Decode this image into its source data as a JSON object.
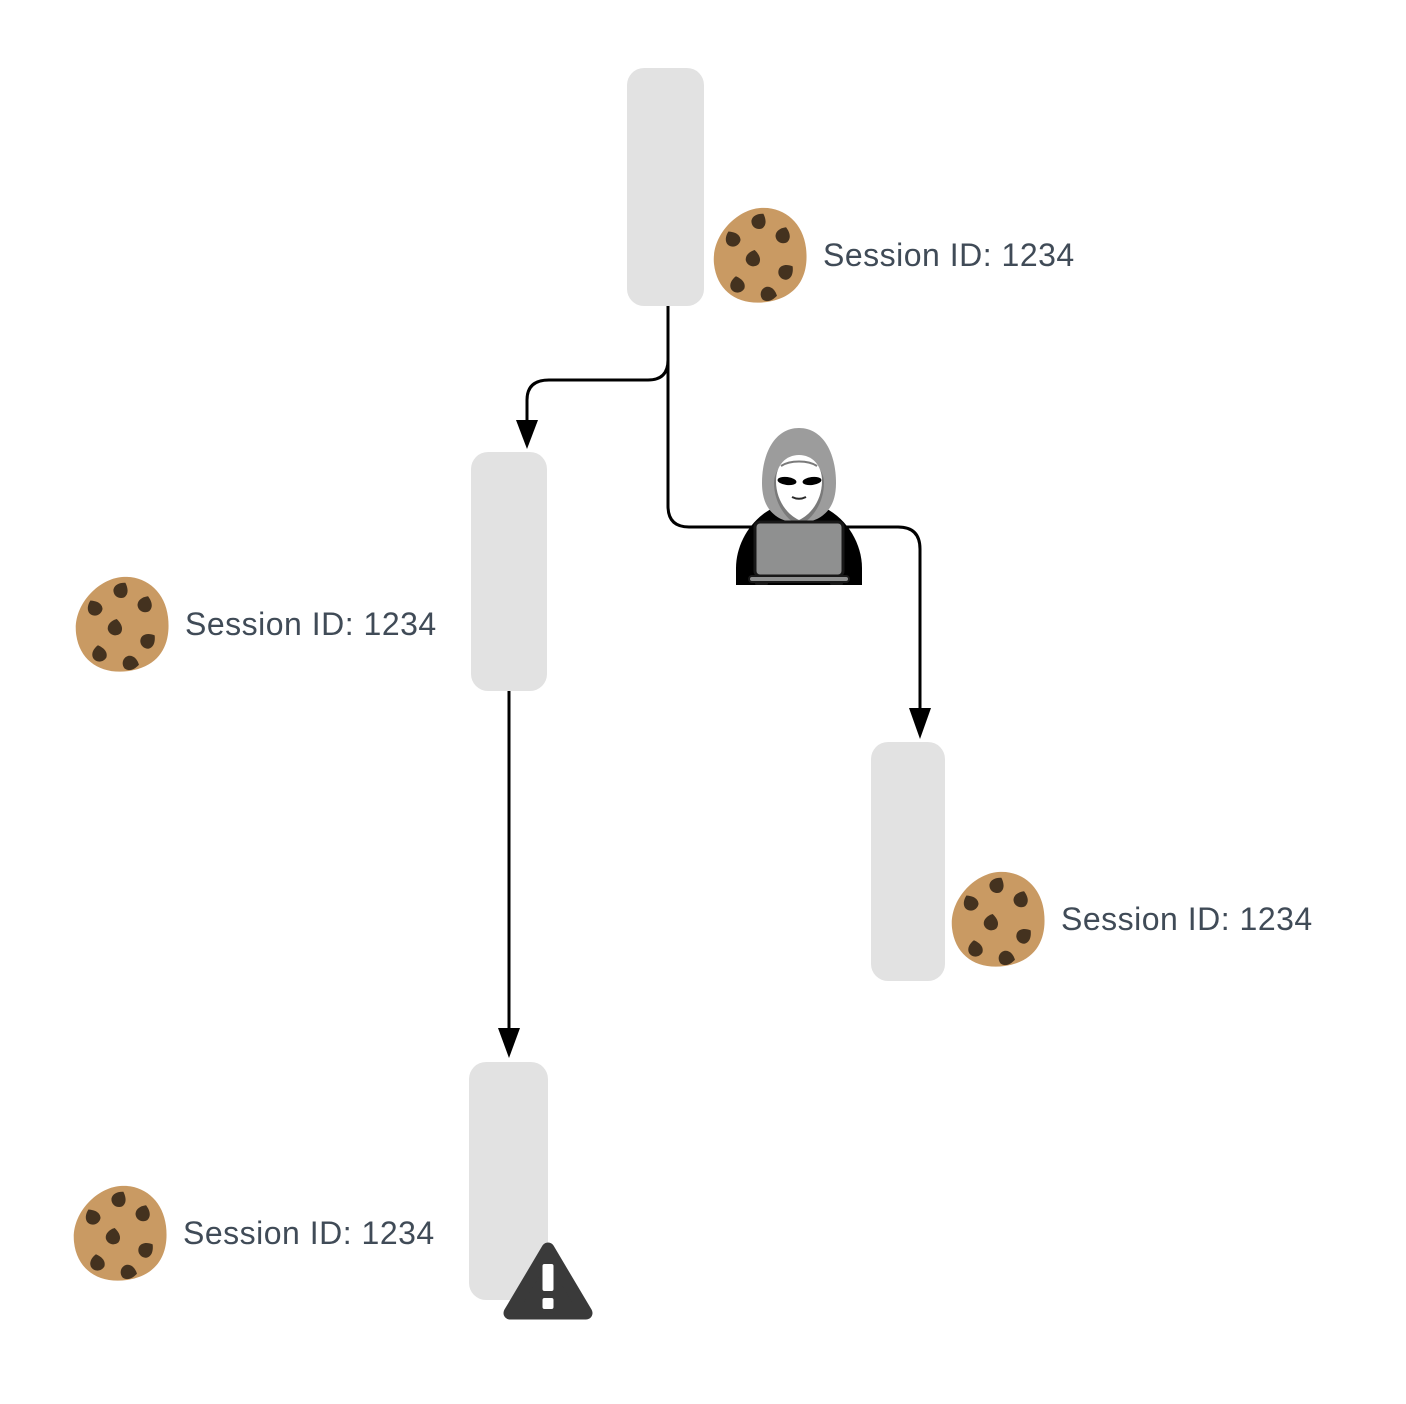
{
  "diagram": {
    "annotations": [
      {
        "position": "top",
        "icon": "cookie-icon",
        "label": "Session ID: 1234"
      },
      {
        "position": "middle-left",
        "icon": "cookie-icon",
        "label": "Session ID: 1234"
      },
      {
        "position": "middle-right",
        "icon": "cookie-icon",
        "label": "Session ID: 1234"
      },
      {
        "position": "bottom-left",
        "icon": "cookie-icon",
        "label": "Session ID: 1234"
      }
    ],
    "icons": {
      "cookie": "cookie-icon",
      "attacker": "hacker-icon",
      "alert": "warning-icon"
    },
    "colors": {
      "node_fill": "#e2e2e2",
      "connector": "#000000",
      "label_text": "#404b57",
      "cookie_body": "#c99a63",
      "cookie_chip": "#44321f",
      "hacker_hood": "#9c9c9c",
      "hacker_body": "#000000",
      "laptop": "#8f9090",
      "warning": "#3a3a3a"
    }
  }
}
